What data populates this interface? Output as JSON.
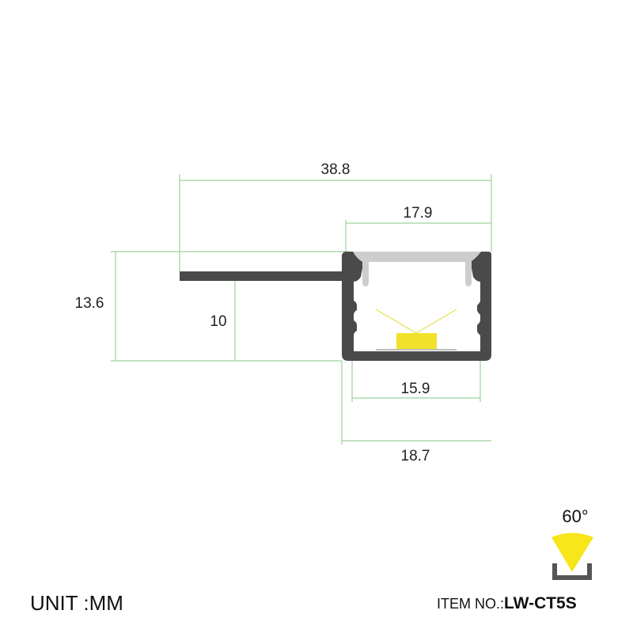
{
  "dimensions": {
    "overall_width": "38.8",
    "opening_width": "17.9",
    "overall_height": "13.6",
    "flange_height": "10",
    "inner_width": "15.9",
    "body_width": "18.7"
  },
  "unit_label": "UNIT :MM",
  "beam_angle": "60°",
  "item": {
    "prefix": "ITEM NO.:",
    "code": "LW-CT5S"
  },
  "colors": {
    "profile": "#4a4a4a",
    "diffuser": "#cfcfcf",
    "led": "#f2e22a",
    "dimension_lines": "#9ed39a"
  }
}
